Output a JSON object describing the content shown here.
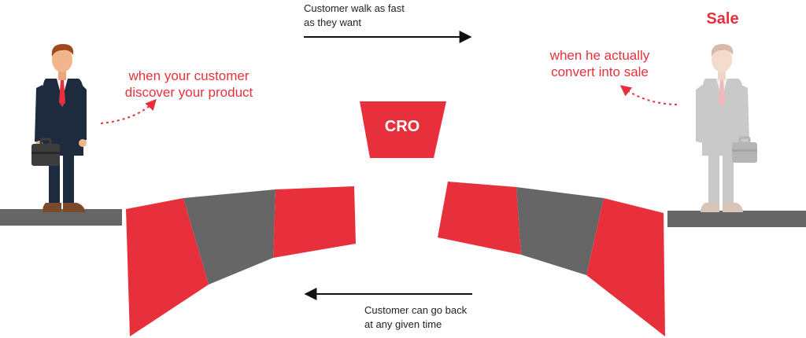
{
  "labels": {
    "top_note": [
      "Customer walk as fast",
      "as they want"
    ],
    "bottom_note": [
      "Customer can go back",
      "at any given time"
    ],
    "left_caption": [
      "when your customer",
      "discover your product"
    ],
    "right_caption": [
      "when he actually",
      "convert into sale"
    ],
    "sale": "Sale",
    "center": "CRO"
  },
  "colors": {
    "accent_red": "#e8303c",
    "segment_gray": "#666666",
    "ground": "#666666",
    "suit_navy": "#1e2a3e",
    "faded_figure": "#c9c9c9",
    "text_dark": "#222222"
  },
  "icons": [
    "businessman-figure",
    "briefcase-icon",
    "faded-businessman-figure",
    "arrow-right",
    "arrow-left",
    "dotted-arrow"
  ]
}
